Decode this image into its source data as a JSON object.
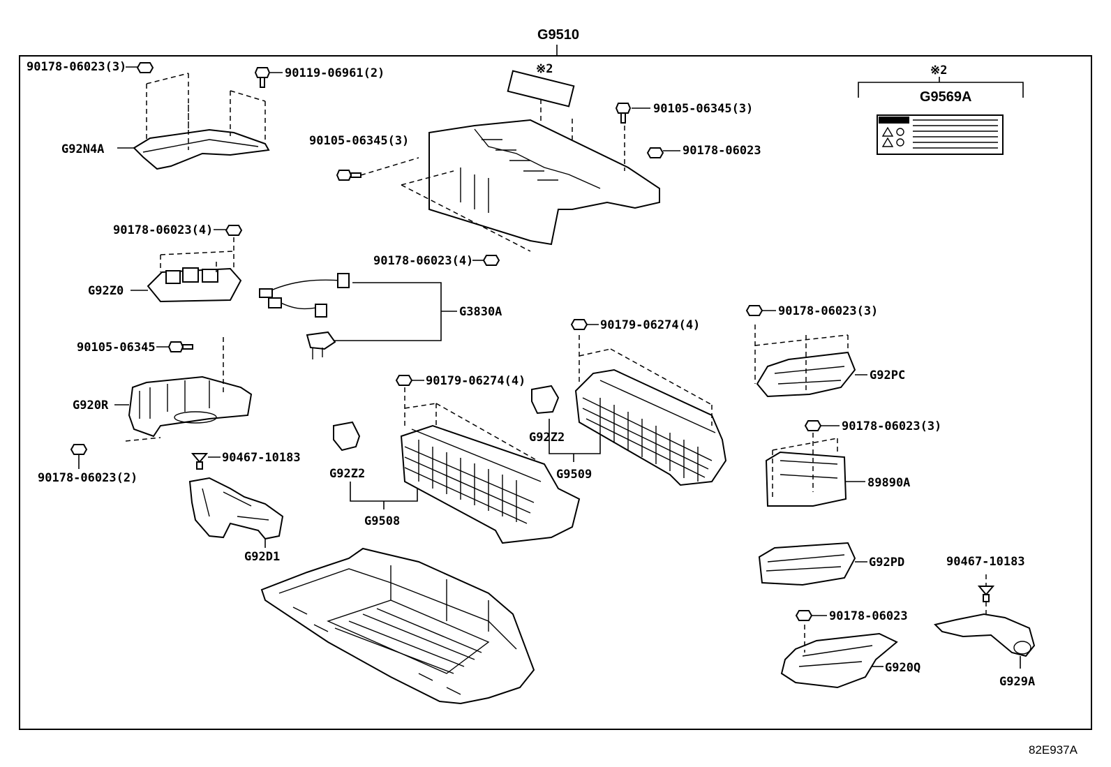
{
  "diagram": {
    "assembly_label": "G9510",
    "labels": {
      "g92n4a": "G92N4A",
      "n1": "90178-06023(3)",
      "n2": "90119-06961(2)",
      "note_mark_1": "※2",
      "note_mark_2": "※2",
      "g9569a": "G9569A",
      "n3": "90105-06345(3)",
      "n4": "90105-06345(3)",
      "n5": "90178-06023",
      "n6": "90178-06023(4)",
      "g92z0": "G92Z0",
      "n7": "90178-06023(4)",
      "g3830a": "G3830A",
      "n8": "90105-06345",
      "g920r": "G920R",
      "n9": "90178-06023(2)",
      "n10": "90467-10183",
      "g92d1": "G92D1",
      "n11": "90179-06274(4)",
      "g92z2_a": "G92Z2",
      "g9508": "G9508",
      "n12": "90179-06274(4)",
      "g92z2_b": "G92Z2",
      "g9509": "G9509",
      "n13": "90178-06023(3)",
      "g92pc": "G92PC",
      "n14": "90178-06023(3)",
      "89890a": "89890A",
      "g92pd": "G92PD",
      "n15": "90467-10183",
      "n16": "90178-06023",
      "g920q": "G920Q",
      "g929a": "G929A"
    },
    "figure_code": "82E937A"
  }
}
